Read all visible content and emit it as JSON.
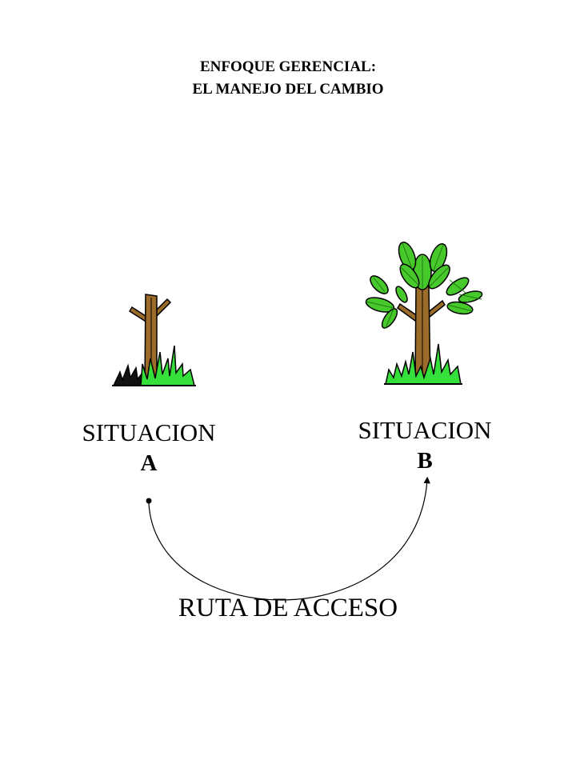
{
  "title": {
    "line1": "ENFOQUE GERENCIAL:",
    "line2": "EL MANEJO DEL CAMBIO"
  },
  "situation_a": {
    "label": "SITUACION",
    "letter": "A"
  },
  "situation_b": {
    "label": "SITUACION",
    "letter": "B"
  },
  "route": {
    "label": "RUTA DE ACCESO"
  },
  "icons": {
    "a": "bare-tree-icon",
    "b": "leafy-tree-icon"
  },
  "colors": {
    "trunk": "#9b6b2a",
    "grass": "#36e03a",
    "grass_dark": "#111111",
    "leaf": "#47c92b",
    "leaf_dark": "#1f7a12",
    "line": "#000000"
  }
}
